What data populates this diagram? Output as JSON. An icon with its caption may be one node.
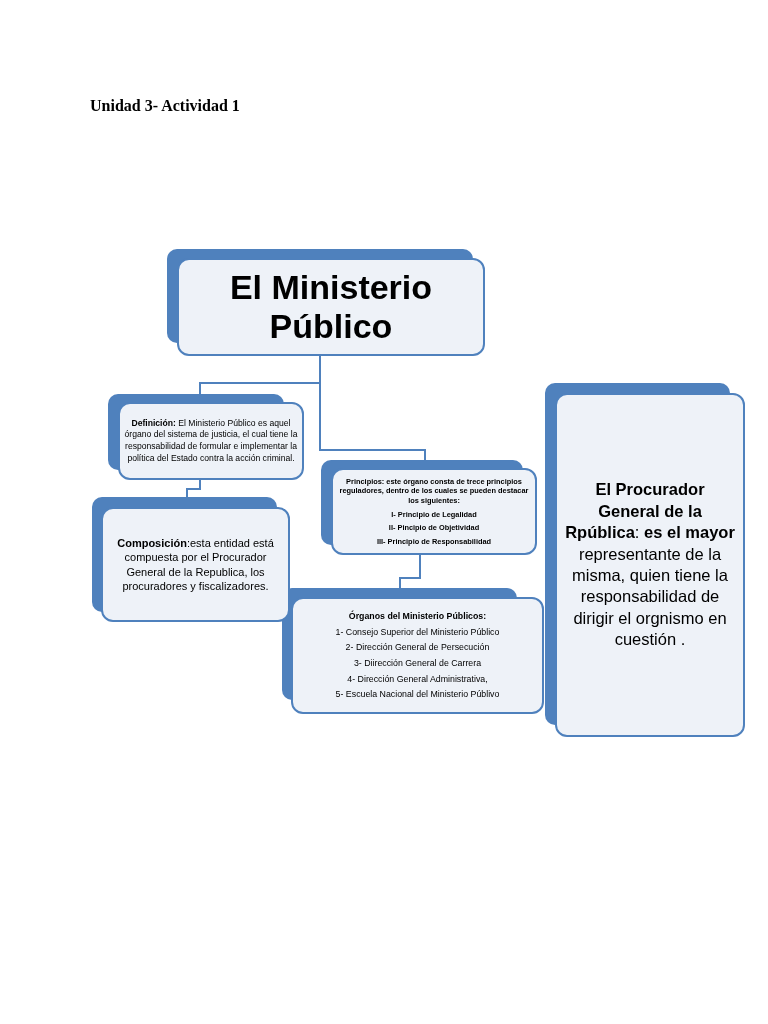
{
  "diagram": {
    "title": "Unidad 3- Actividad 1",
    "nodes": [
      {
        "text": [
          "El Ministerio Público"
        ]
      },
      {
        "text": [
          "**Definición:**  El Ministerio Público es aquel órgano del sistema de justicia, el cual tiene la responsabilidad de formular e implementar la política del Estado contra la acción criminal."
        ]
      },
      {
        "text": [
          "**Composición**:esta entidad está compuesta por el Procurador General de la Republica, los procuradores y fiscalizadores."
        ]
      },
      {
        "text": [
          "Principios: este órgano consta de trece principios reguladores, dentro de los cuales se pueden destacar los siguientes:",
          "I- Principio de Legalidad",
          "II- Pincipio de Objetividad",
          "III- Principio de Responsabilidad"
        ]
      },
      {
        "text": [
          "Órganos del Ministerio Públicos:",
          "1- Consejo Superior del Ministerio Público",
          "2- Dirección General de Persecución",
          "3- Diirección General de Carrera",
          "4- Dirección General Administrativa,",
          "5- Escuela Nacional del Ministerio Públivo"
        ]
      },
      {
        "text": [
          "**El Procurador General de la Rpública**: **es el mayor** representante de la misma, quien tiene la responsabilidad de dirigir el orgnismo en cuestión ."
        ]
      }
    ],
    "edges": [
      {
        "from": 0,
        "to": 1,
        "arrow": "none"
      },
      {
        "from": 0,
        "to": 3,
        "arrow": "none"
      },
      {
        "from": 1,
        "to": 2,
        "arrow": "none"
      },
      {
        "from": 3,
        "to": 4,
        "arrow": "none"
      }
    ]
  }
}
